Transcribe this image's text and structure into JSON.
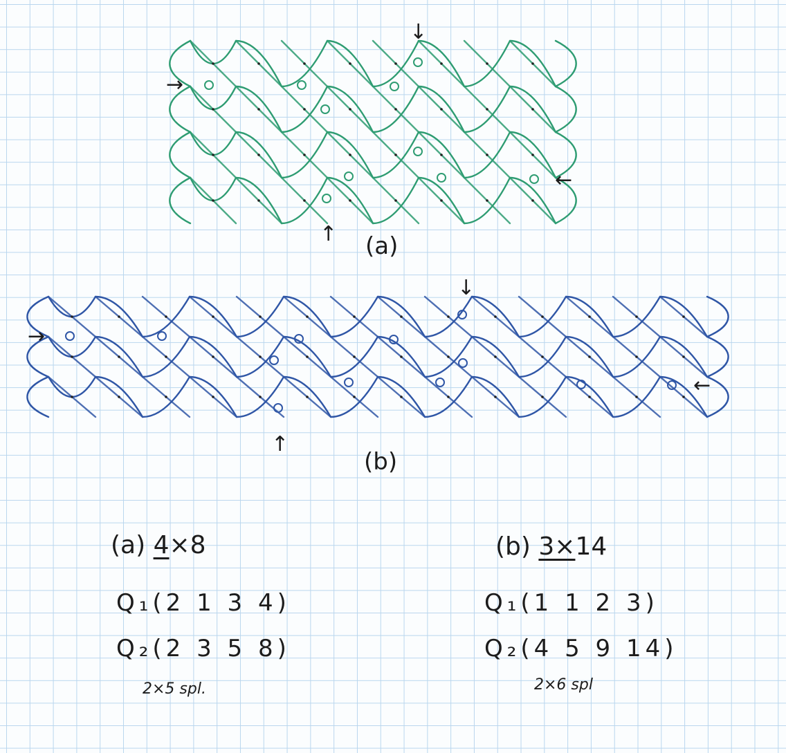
{
  "figures": [
    {
      "id": "a",
      "caption": "(a)",
      "color": "#2e9c72",
      "rows": 4,
      "cols": 8,
      "arrows": [
        "→",
        "↓",
        "←",
        "↑"
      ],
      "spec": {
        "open": "(a) ",
        "n": "4",
        "rest": "×8"
      },
      "q1": "Q₁(2 1 3 4)",
      "q2": "Q₂(2 3 5 8)",
      "spl": "2×5 spl."
    },
    {
      "id": "b",
      "caption": "(b)",
      "color": "#2f56a6",
      "rows": 3,
      "cols": 14,
      "arrows": [
        "→",
        "↓",
        "←",
        "↑"
      ],
      "spec": {
        "open": "(b) ",
        "n": "3×",
        "rest": "14"
      },
      "q1": "Q₁(1 1 2 3)",
      "q2": "Q₂(4 5 9 14)",
      "spl": "2×6 spl"
    }
  ]
}
